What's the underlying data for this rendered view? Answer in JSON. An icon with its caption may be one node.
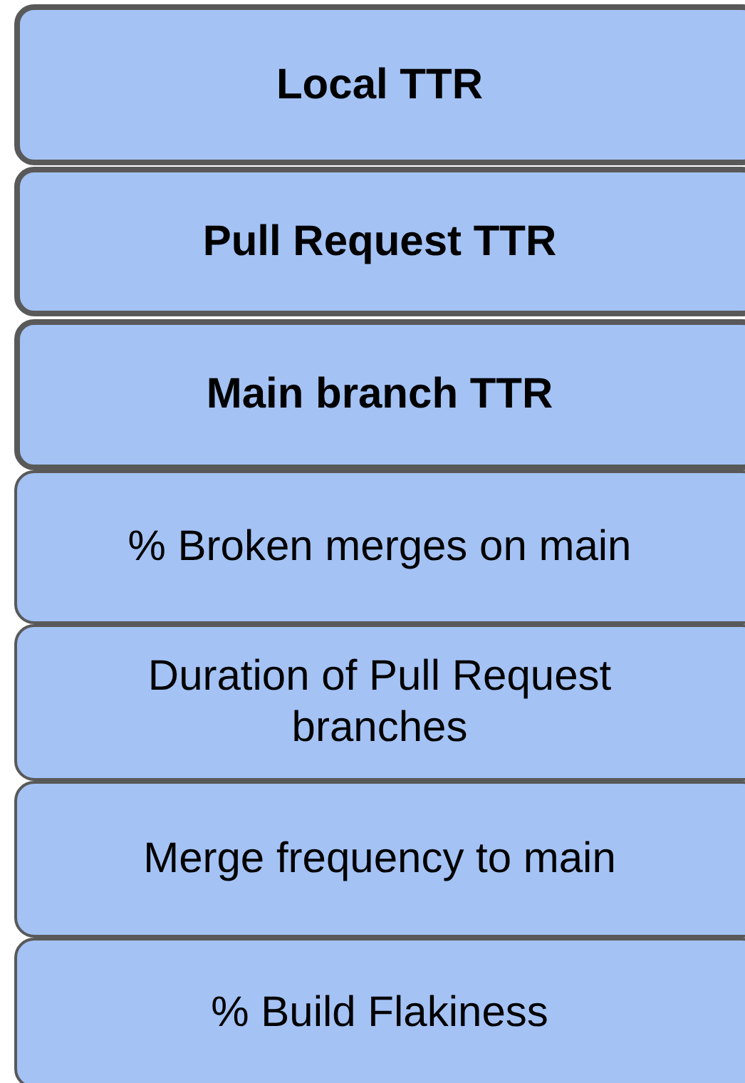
{
  "diagram": {
    "nodes": [
      {
        "text": [
          "Local TTR"
        ]
      },
      {
        "text": [
          "Pull Request TTR"
        ]
      },
      {
        "text": [
          "Main branch TTR"
        ]
      },
      {
        "text": [
          "% Broken merges on main"
        ]
      },
      {
        "text": [
          "Duration of Pull Request branches"
        ]
      },
      {
        "text": [
          "Merge frequency to main"
        ]
      },
      {
        "text": [
          "% Build Flakiness"
        ]
      }
    ]
  }
}
